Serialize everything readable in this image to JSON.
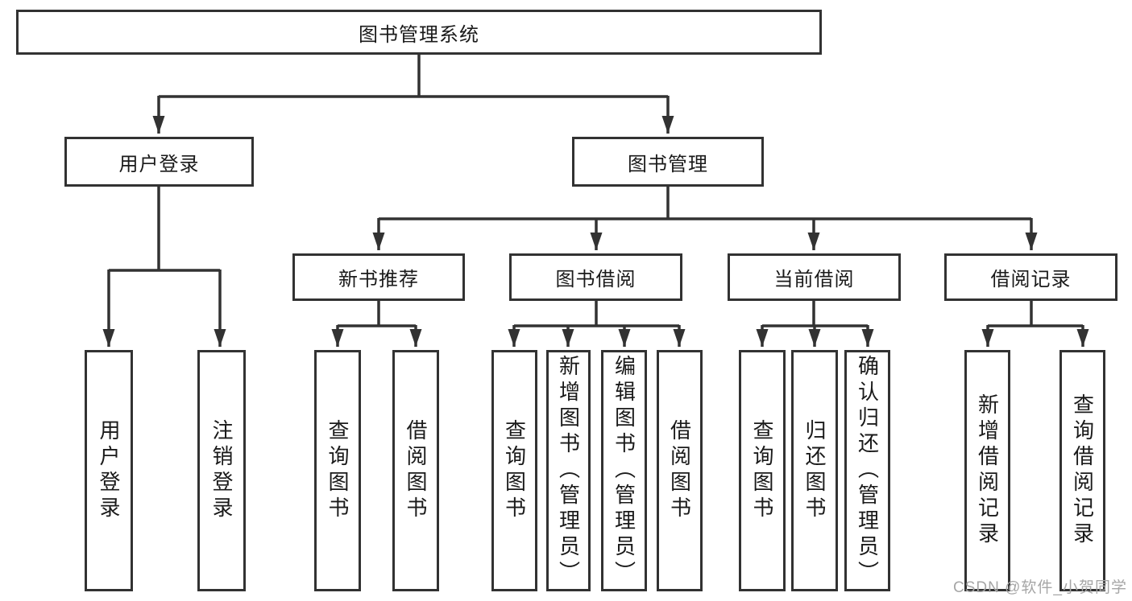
{
  "diagram_title": "图书管理系统",
  "watermark": "CSDN @软件_小贺同学",
  "colors": {
    "line": "#323232",
    "text": "#1a1a1a",
    "box_background": "#ffffff",
    "watermark": "#a6a6a6"
  },
  "hierarchy": {
    "label": "图书管理系统",
    "children": [
      {
        "label": "用户登录",
        "children": [
          {
            "label": "用户登录"
          },
          {
            "label": "注销登录"
          }
        ]
      },
      {
        "label": "图书管理",
        "children": [
          {
            "label": "新书推荐",
            "children": [
              {
                "label": "查询图书"
              },
              {
                "label": "借阅图书"
              }
            ]
          },
          {
            "label": "图书借阅",
            "children": [
              {
                "label": "查询图书"
              },
              {
                "label": "新增图书（管理员）"
              },
              {
                "label": "编辑图书（管理员）"
              },
              {
                "label": "借阅图书"
              }
            ]
          },
          {
            "label": "当前借阅",
            "children": [
              {
                "label": "查询图书"
              },
              {
                "label": "归还图书"
              },
              {
                "label": "确认归还（管理员）"
              }
            ]
          },
          {
            "label": "借阅记录",
            "children": [
              {
                "label": "新增借阅记录"
              },
              {
                "label": "查询借阅记录"
              }
            ]
          }
        ]
      }
    ]
  }
}
